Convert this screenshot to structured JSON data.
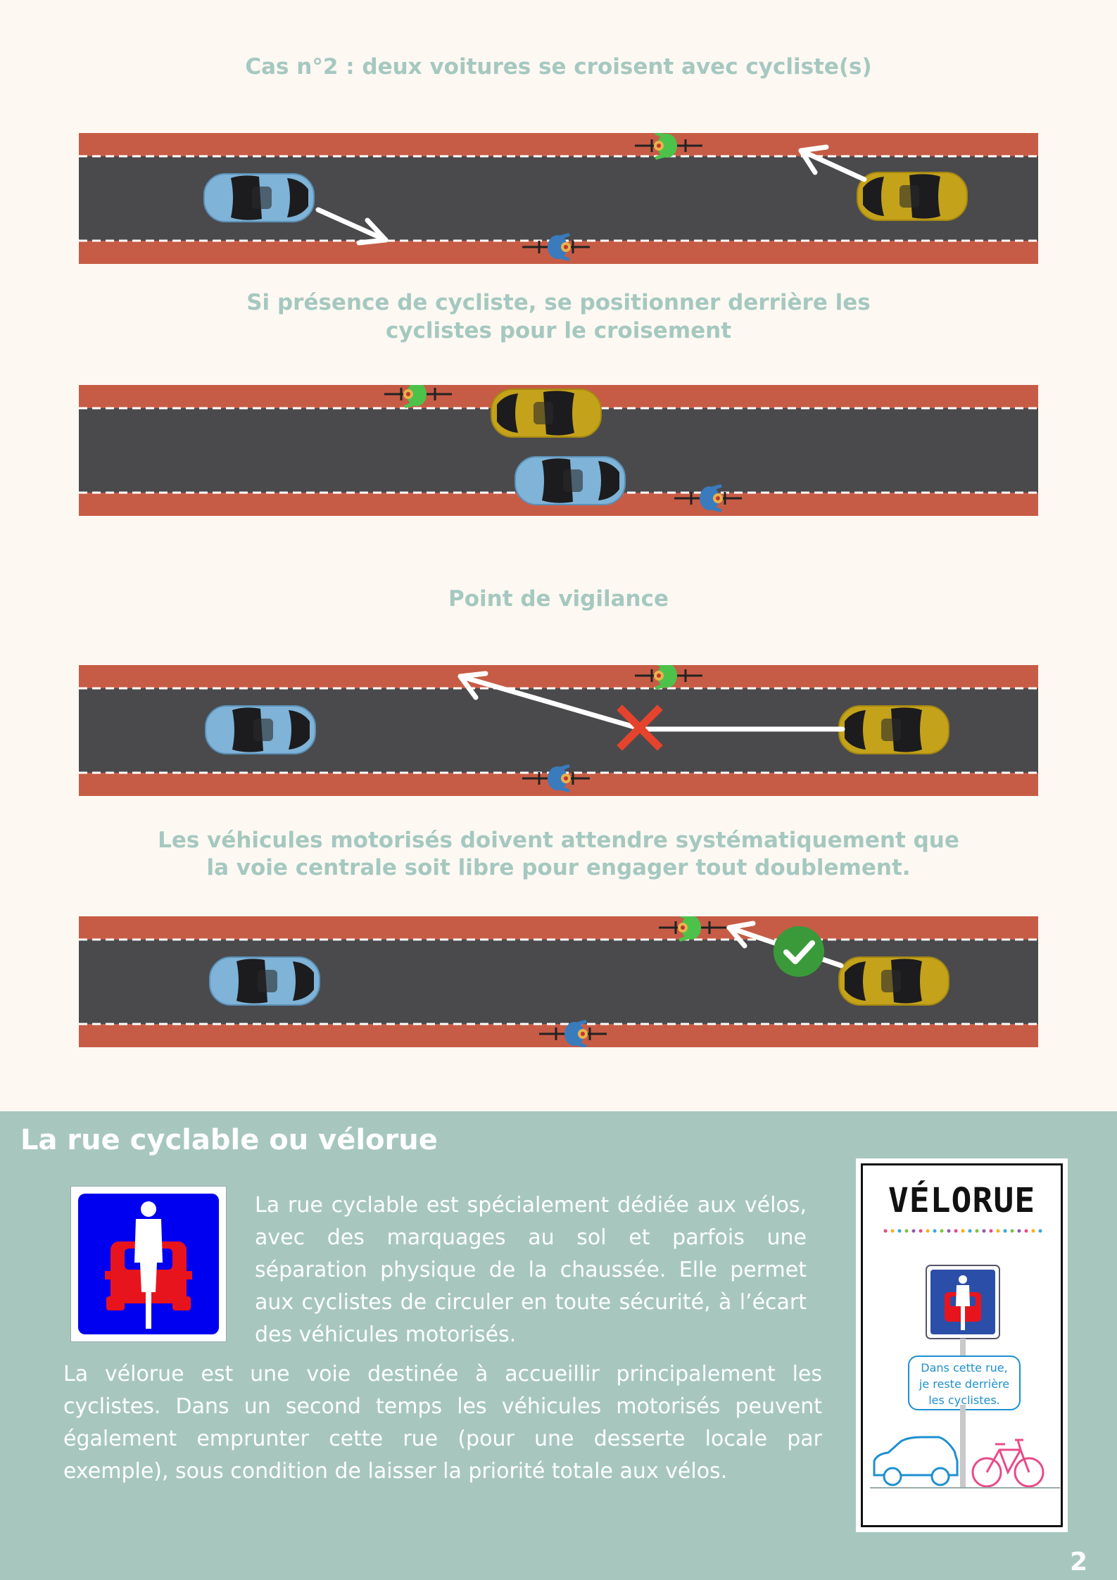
{
  "headings": {
    "case2_title": "Cas n°2 : deux voitures se croisent avec cycliste(s)",
    "position_line1": "Si présence de cycliste, se positionner derrière les",
    "position_line2": "cyclistes pour le croisement",
    "vigilance_title": "Point de vigilance",
    "wait_line1": "Les véhicules motorisés doivent attendre systématiquement que",
    "wait_line2": "la voie centrale soit libre pour engager tout doublement."
  },
  "section": {
    "title": "La rue cyclable ou vélorue",
    "paragraph1": "La rue cyclable est spécialement dédiée aux vélos, avec des marquages au sol et parfois une séparation physique de la chaussée. Elle permet aux cyclistes de circuler en toute sécurité, à l’écart des véhicules motorisés.",
    "paragraph2": "La vélorue est une voie destinée à accueillir principalement les cyclistes. Dans un second temps les véhicules motorisés peuvent également emprunter cette rue (pour une desserte locale par exemple), sous condition de laisser la priorité totale aux vélos."
  },
  "poster": {
    "title": "VÉLORUE",
    "bubble_line1": "Dans cette rue,",
    "bubble_line2": "je reste derrière",
    "bubble_line3": "les cyclistes."
  },
  "page_number": "2",
  "colors": {
    "background": "#fdf8f2",
    "heading": "#a5c8c0",
    "bike_lane": "#c65c45",
    "asphalt": "#4a4a4c",
    "section_bg": "#a7c7be",
    "car_blue": "#7fb3d8",
    "car_yellow": "#c4a21a",
    "cyclist_green": "#4cc24a",
    "cyclist_blue": "#3a7bbd",
    "cross_red": "#e5432c",
    "check_green": "#3a9a3a"
  },
  "icons": [
    "car-icon",
    "cyclist-icon",
    "arrow-icon",
    "cross-icon",
    "check-icon",
    "cyclable-street-sign-icon",
    "bicycle-icon"
  ]
}
